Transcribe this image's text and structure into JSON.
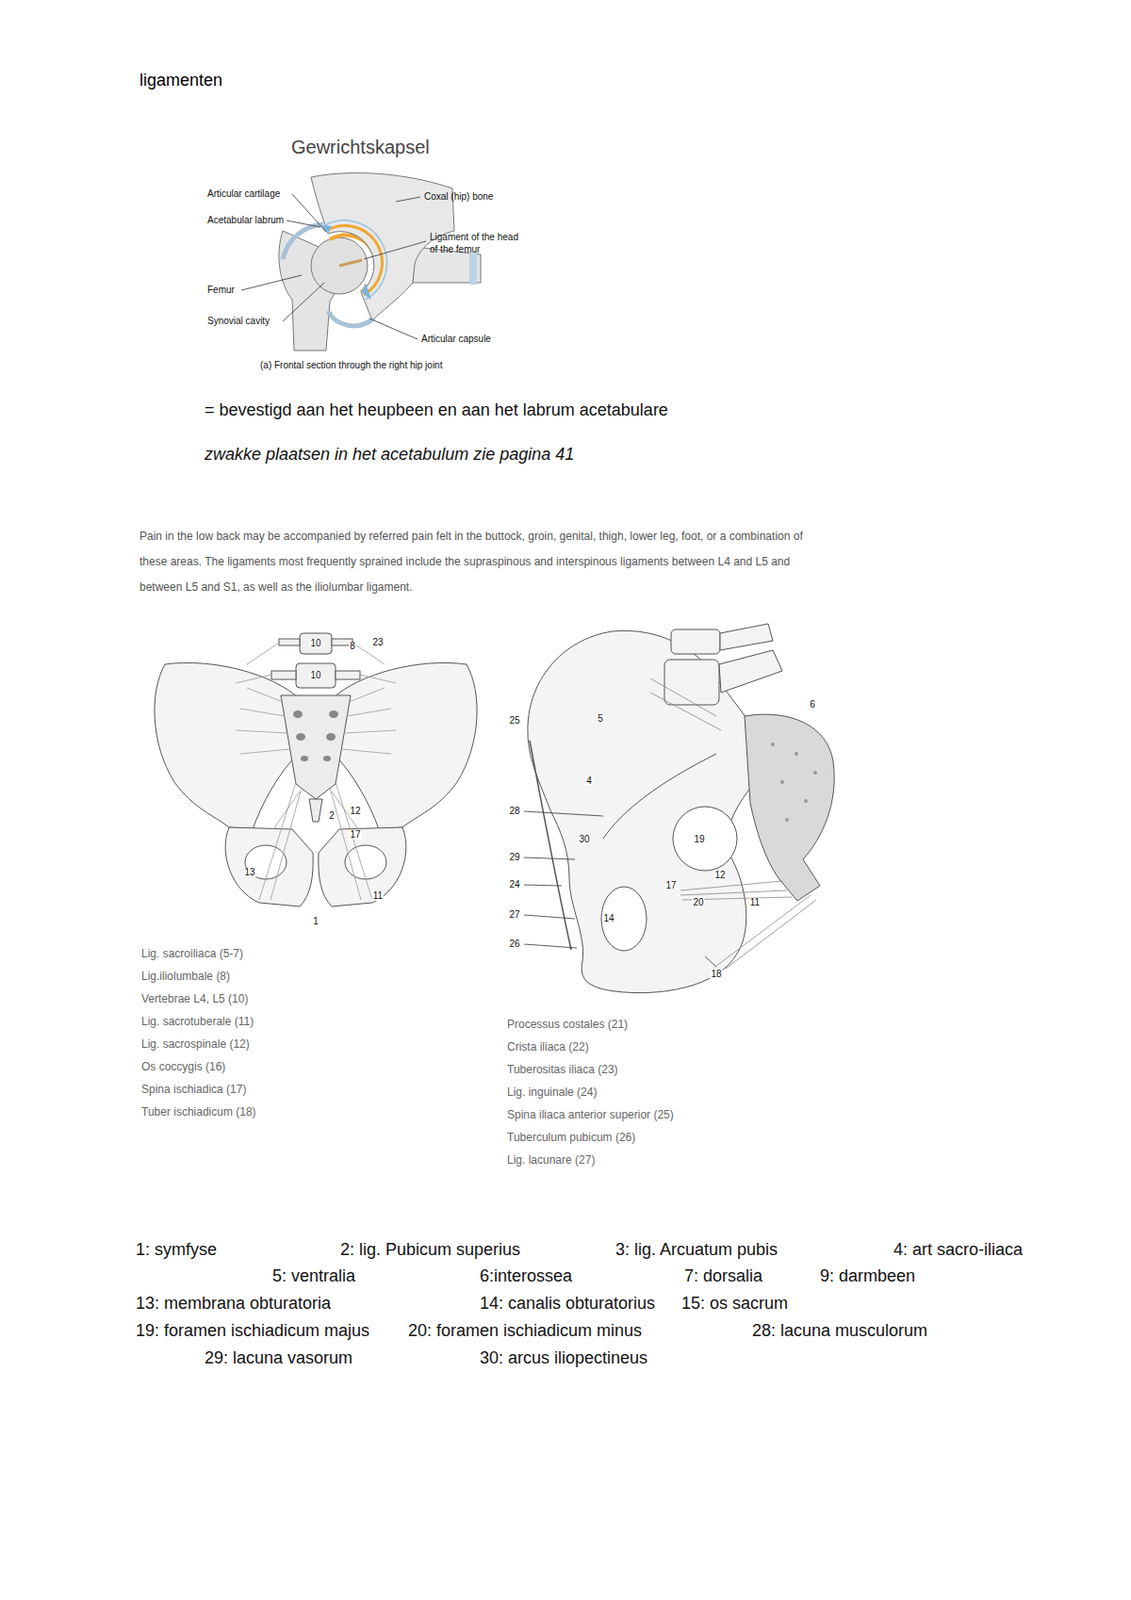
{
  "diagram": {
    "title": "ligamenten",
    "labels": [
      "Gewrichtskapsel",
      "Articular cartilage",
      "Acetabular labrum",
      "Femur",
      "Synovial cavity",
      "Coxal (hip) bone",
      "Ligament of the head of the femur",
      "Articular capsule",
      "(a) Frontal section through the right hip joint",
      "= bevestigd aan het heupbeen en aan het labrum acetabulare",
      "zwakke plaatsen in het acetabulum zie pagina 41",
      "Pain in the low back may be accompanied by referred pain felt in the buttock, groin, genital, thigh, lower leg, foot, or a combination of these areas. The ligaments most frequently sprained include the supraspinous and interspinous ligaments between L4 and L5 and between L5 and S1, as well as the iliolumbar ligament.",
      "Lig. sacroiliaca (5-7)",
      "Lig.iliolumbale (8)",
      "Vertebrae L4, L5 (10)",
      "Lig. sacrotuberale (11)",
      "Lig. sacrospinale (12)",
      "Os coccygis (16)",
      "Spina ischiadica (17)",
      "Tuber ischiadicum (18)",
      "Processus costales (21)",
      "Crista iliaca (22)",
      "Tuberositas iliaca (23)",
      "Lig. inguinale (24)",
      "Spina iliaca anterior superior (25)",
      "Tuberculum pubicum (26)",
      "Lig. lacunare (27)",
      "1: symfyse",
      "2: lig. Pubicum superius",
      "3: lig. Arcuatum pubis",
      "4: art sacro-iliaca",
      "5: ventralia",
      "6:interossea",
      "7: dorsalia",
      "9: darmbeen",
      "13: membrana obturatoria",
      "14: canalis obturatorius",
      "15: os sacrum",
      "19: foramen ischiadicum majus",
      "20: foramen ischiadicum minus",
      "28: lacuna musculorum",
      "29: lacuna vasorum",
      "30: arcus iliopectineus",
      "8",
      "23",
      "10",
      "10",
      "12",
      "17",
      "13",
      "2",
      "1",
      "11",
      "25",
      "5",
      "4",
      "6",
      "19",
      "28",
      "30",
      "29",
      "24",
      "27",
      "26",
      "14",
      "17",
      "12",
      "20",
      "11",
      "18"
    ]
  }
}
